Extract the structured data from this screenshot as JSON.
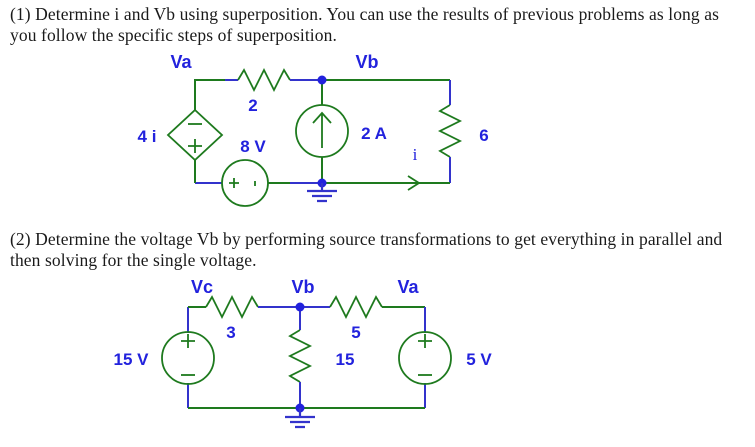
{
  "document": {
    "problem1": {
      "text": "(1) Determine i and Vb using superposition. You can use the results of previous problems as long as you follow the specific steps of superposition."
    },
    "problem2": {
      "text": "(2) Determine the voltage Vb by performing source transformations to get everything in parallel and then solving for the single voltage."
    }
  },
  "colors": {
    "wire_green": "#1e7a1e",
    "wire_blue": "#3333cc",
    "label_blue": "#2222dd",
    "text_black": "#1a1a1a",
    "background": "#ffffff"
  },
  "circuit1": {
    "name": "superposition-circuit",
    "node_labels": [
      {
        "id": "va",
        "text": "Va"
      },
      {
        "id": "vb",
        "text": "Vb"
      }
    ],
    "components": [
      {
        "id": "dependent-source",
        "type": "dependent-voltage-source",
        "shape": "diamond",
        "label": "4 i",
        "polarity_top": "−",
        "polarity_bottom": "+"
      },
      {
        "id": "resistor-2",
        "type": "resistor",
        "label": "2"
      },
      {
        "id": "source-8v",
        "type": "voltage-source",
        "shape": "circle",
        "label": "8 V",
        "polarity_left": "+",
        "polarity_right": "−"
      },
      {
        "id": "source-2a",
        "type": "current-source",
        "shape": "circle",
        "label": "2 A",
        "arrow_direction": "up"
      },
      {
        "id": "resistor-6",
        "type": "resistor",
        "label": "6"
      },
      {
        "id": "current-i",
        "type": "current-arrow",
        "label": "i",
        "arrow_direction": "right"
      },
      {
        "id": "ground",
        "type": "ground-symbol"
      }
    ]
  },
  "circuit2": {
    "name": "source-transformation-circuit",
    "node_labels": [
      {
        "id": "vc",
        "text": "Vc"
      },
      {
        "id": "vb",
        "text": "Vb"
      },
      {
        "id": "va",
        "text": "Va"
      }
    ],
    "components": [
      {
        "id": "source-15v",
        "type": "voltage-source",
        "shape": "circle",
        "label": "15 V",
        "polarity_top": "+",
        "polarity_bottom": "-"
      },
      {
        "id": "resistor-3",
        "type": "resistor",
        "label": "3"
      },
      {
        "id": "resistor-15",
        "type": "resistor",
        "label": "15"
      },
      {
        "id": "resistor-5",
        "type": "resistor",
        "label": "5"
      },
      {
        "id": "source-5v",
        "type": "voltage-source",
        "shape": "circle",
        "label": "5 V",
        "polarity_top": "+",
        "polarity_bottom": "-"
      },
      {
        "id": "ground",
        "type": "ground-symbol"
      }
    ]
  }
}
